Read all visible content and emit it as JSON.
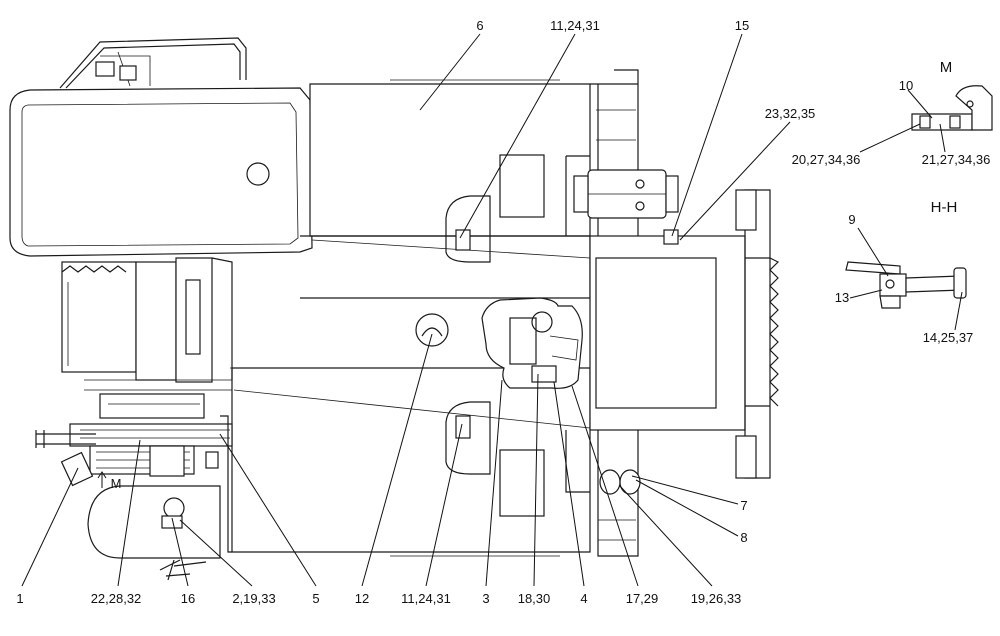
{
  "callouts": {
    "c1": "1",
    "c22_28_32": "22,28,32",
    "c16": "16",
    "c2_19_33": "2,19,33",
    "c5": "5",
    "c12": "12",
    "c11_24_31_bottom": "11,24,31",
    "c3": "3",
    "c18_30": "18,30",
    "c4": "4",
    "c17_29": "17,29",
    "c19_26_33": "19,26,33",
    "c7": "7",
    "c8": "8",
    "c6": "6",
    "c11_24_31_top": "11,24,31",
    "c15": "15",
    "c23_32_35": "23,32,35",
    "c10": "10",
    "c20_27_34_36": "20,27,34,36",
    "c21_27_34_36": "21,27,34,36",
    "c9": "9",
    "c13": "13",
    "c14_25_37": "14,25,37",
    "view_marker_m": "M"
  },
  "views": {
    "m_title": "M",
    "hh_title": "H-H"
  }
}
